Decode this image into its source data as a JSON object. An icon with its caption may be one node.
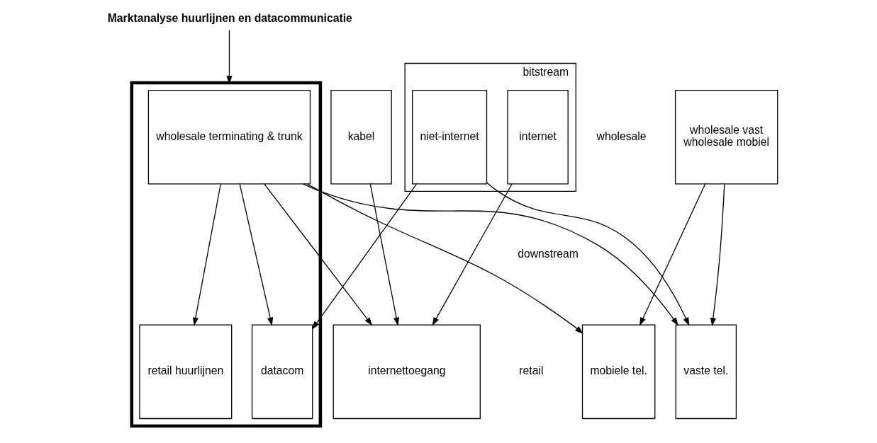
{
  "diagram": {
    "nodes": [
      {
        "text": [
          "Marktanalyse huurlijnen en datacommunicatie"
        ]
      },
      {
        "text": [],
        "shape": "box"
      },
      {
        "text": [
          "wholesale vast",
          "wholesale mobiel"
        ]
      },
      {
        "text": [
          "wholesale terminating & trunk"
        ],
        "in": 1
      },
      {
        "text": [
          "bitstream"
        ]
      },
      {
        "text": [
          "niet-internet"
        ],
        "in": 4
      },
      {
        "text": [
          "internet"
        ],
        "in": 4
      },
      {
        "text": [
          "kabel"
        ]
      },
      {
        "text": [
          "mobiele tel."
        ]
      },
      {
        "text": [
          "vaste tel."
        ]
      },
      {
        "text": [
          "retail huurlijnen"
        ],
        "in": 1
      },
      {
        "text": [
          "datacom"
        ],
        "in": 1
      },
      {
        "text": [
          "internettoegang"
        ]
      }
    ],
    "edges": [
      {
        "from": 0,
        "to": 1,
        "arrow": "to"
      },
      {
        "from": 2,
        "to": 8,
        "arrow": "to"
      },
      {
        "from": 2,
        "to": 9,
        "arrow": "to"
      },
      {
        "from": 3,
        "to": 8,
        "arrow": "to"
      },
      {
        "from": 3,
        "to": 9,
        "arrow": "to"
      },
      {
        "from": 3,
        "to": 10,
        "arrow": "to"
      },
      {
        "from": 3,
        "to": 11,
        "arrow": "to"
      },
      {
        "from": 3,
        "to": 12,
        "arrow": "to"
      },
      {
        "from": 5,
        "to": 9,
        "arrow": "to"
      },
      {
        "from": 5,
        "to": 11,
        "arrow": "to"
      },
      {
        "from": 6,
        "to": 12,
        "arrow": "to"
      },
      {
        "from": 7,
        "to": 12,
        "arrow": "to"
      }
    ],
    "labels": [
      "wholesale",
      "downstream",
      "retail"
    ]
  }
}
